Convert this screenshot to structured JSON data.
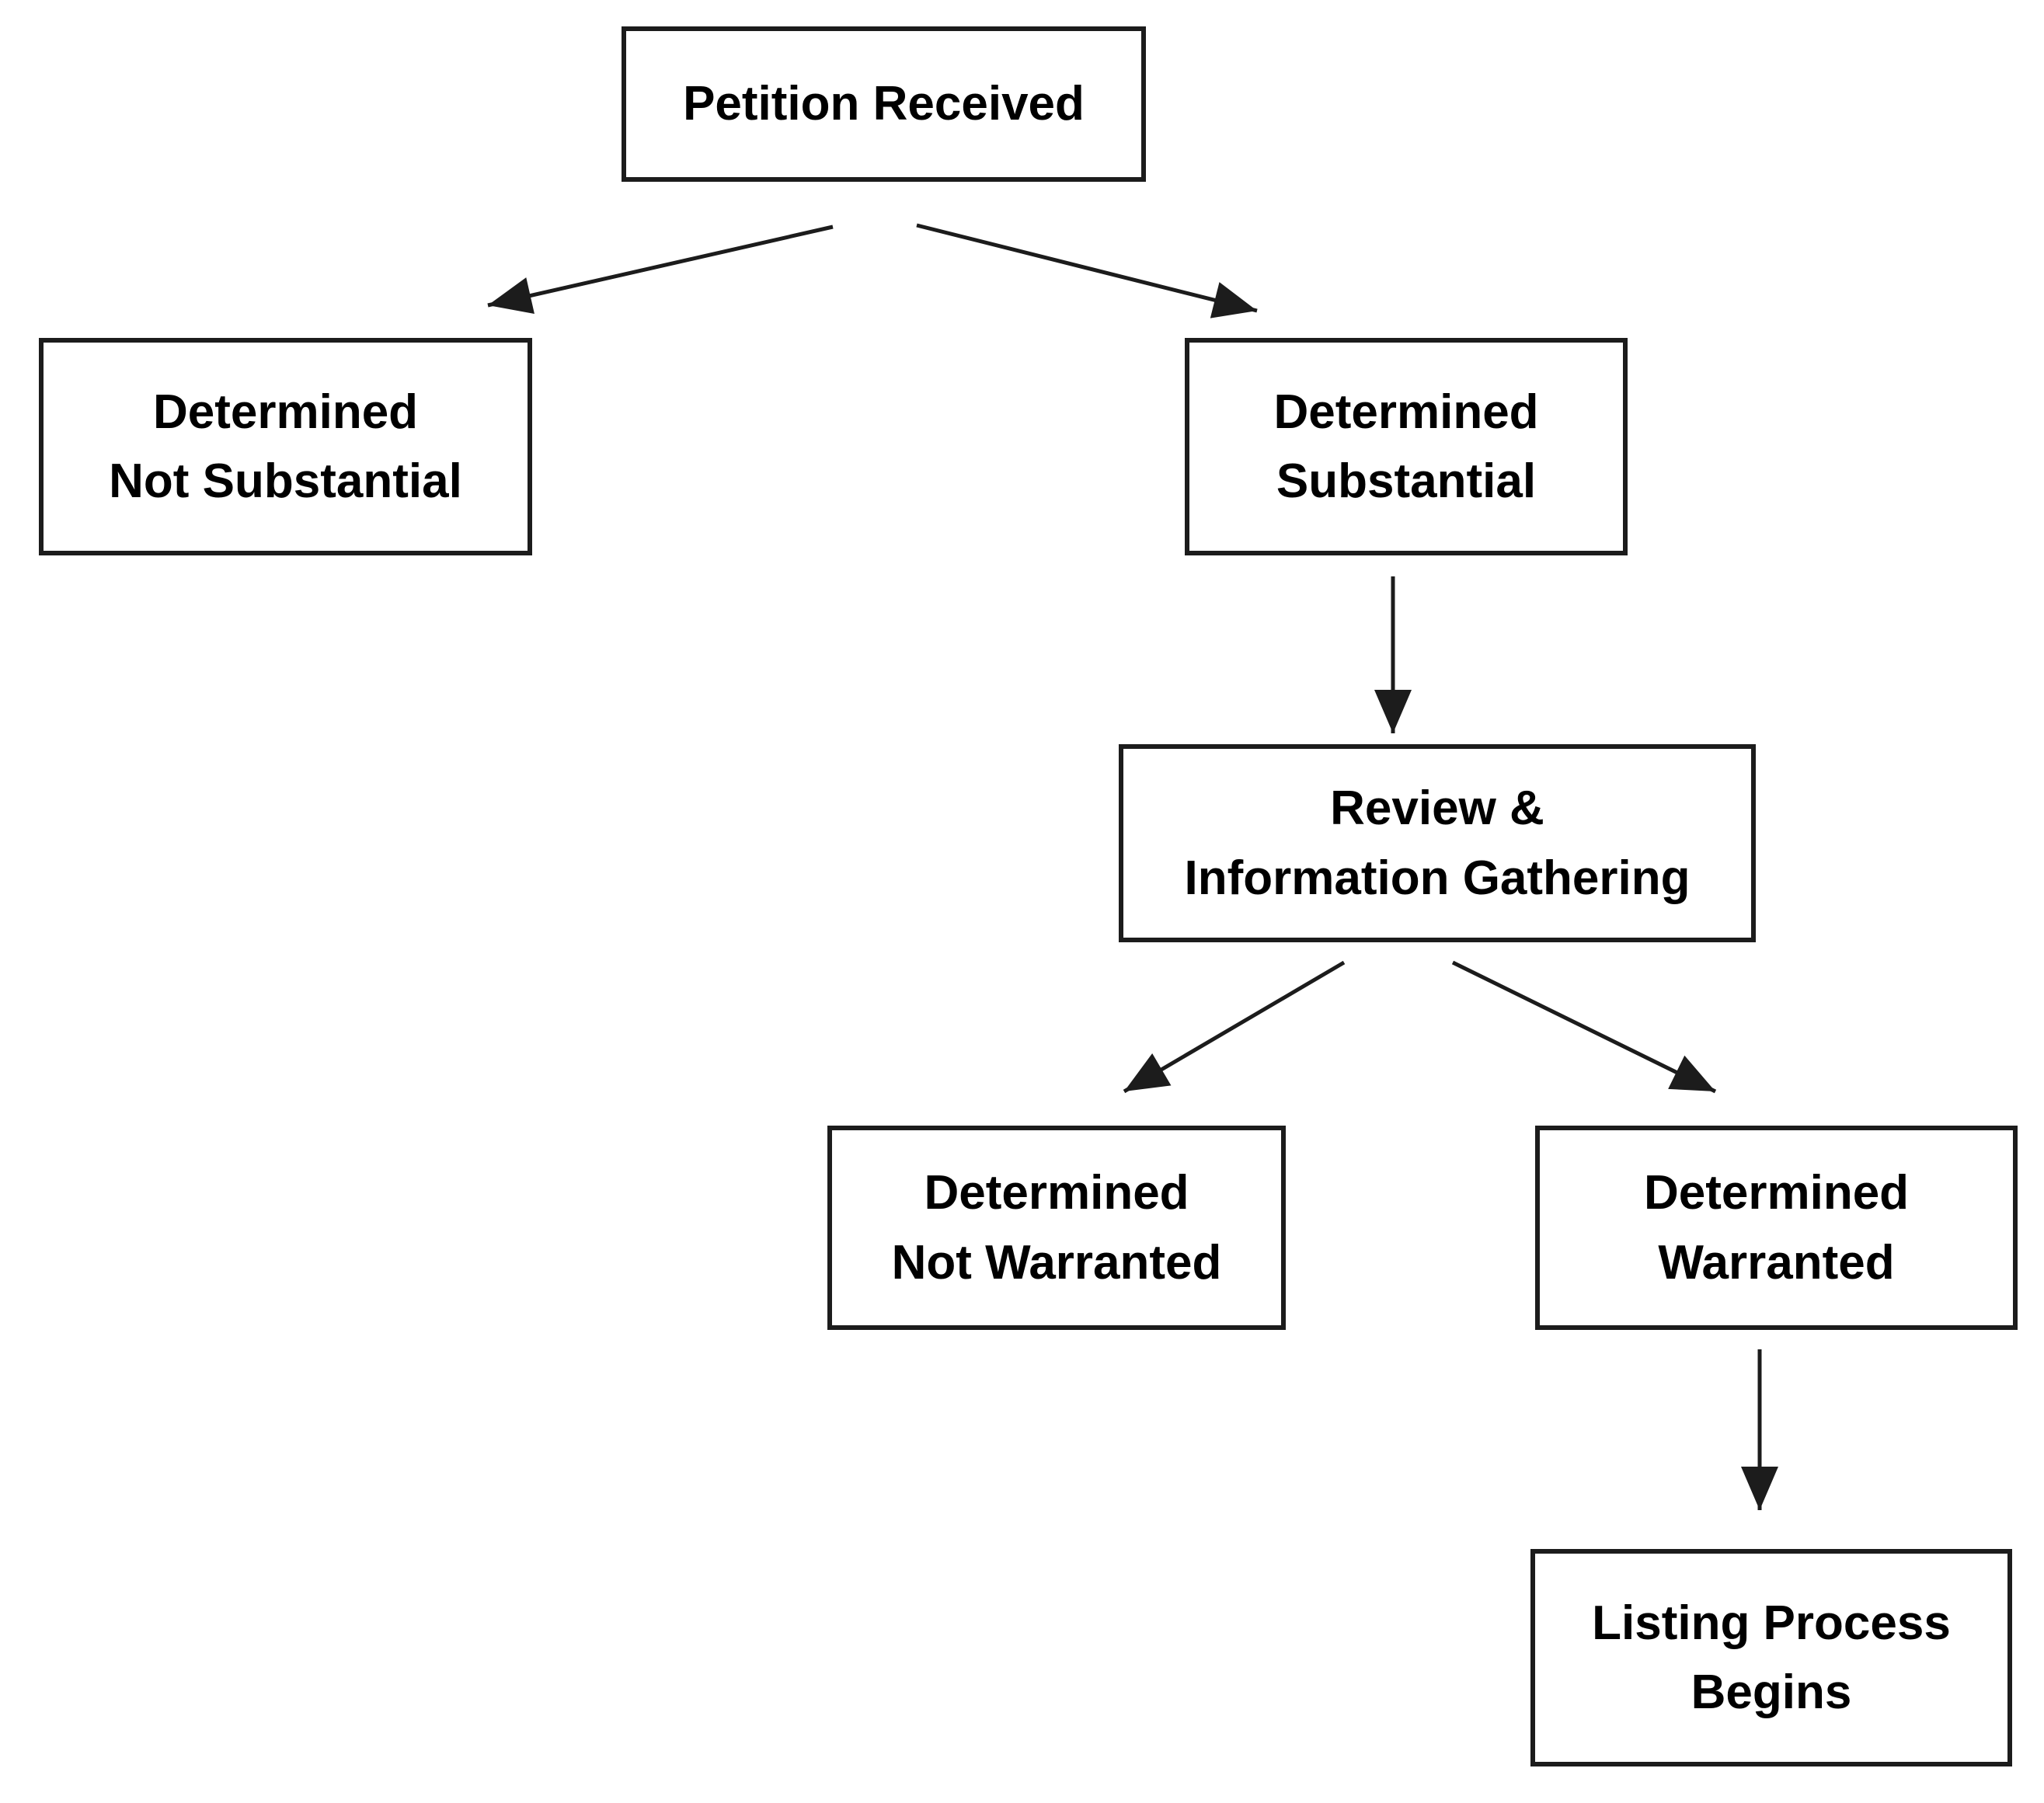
{
  "diagram": {
    "type": "flowchart",
    "colors": {
      "background": "#ffffff",
      "box_border": "#1c1c1c",
      "arrow": "#1c1c1c",
      "text": "#000000"
    },
    "nodes": {
      "petition": {
        "line1": "Petition Received"
      },
      "not_substantial": {
        "line1": "Determined",
        "line2": "Not Substantial"
      },
      "substantial": {
        "line1": "Determined",
        "line2": "Substantial"
      },
      "review": {
        "line1": "Review &",
        "line2": "Information Gathering"
      },
      "not_warranted": {
        "line1": "Determined",
        "line2": "Not Warranted"
      },
      "warranted": {
        "line1": "Determined",
        "line2": "Warranted"
      },
      "listing": {
        "line1": "Listing Process",
        "line2": "Begins"
      }
    },
    "edges": [
      {
        "from": "Petition Received",
        "to": "Determined Not Substantial"
      },
      {
        "from": "Petition Received",
        "to": "Determined Substantial"
      },
      {
        "from": "Determined Substantial",
        "to": "Review & Information Gathering"
      },
      {
        "from": "Review & Information Gathering",
        "to": "Determined Not Warranted"
      },
      {
        "from": "Review & Information Gathering",
        "to": "Determined Warranted"
      },
      {
        "from": "Determined Warranted",
        "to": "Listing Process Begins"
      }
    ]
  }
}
